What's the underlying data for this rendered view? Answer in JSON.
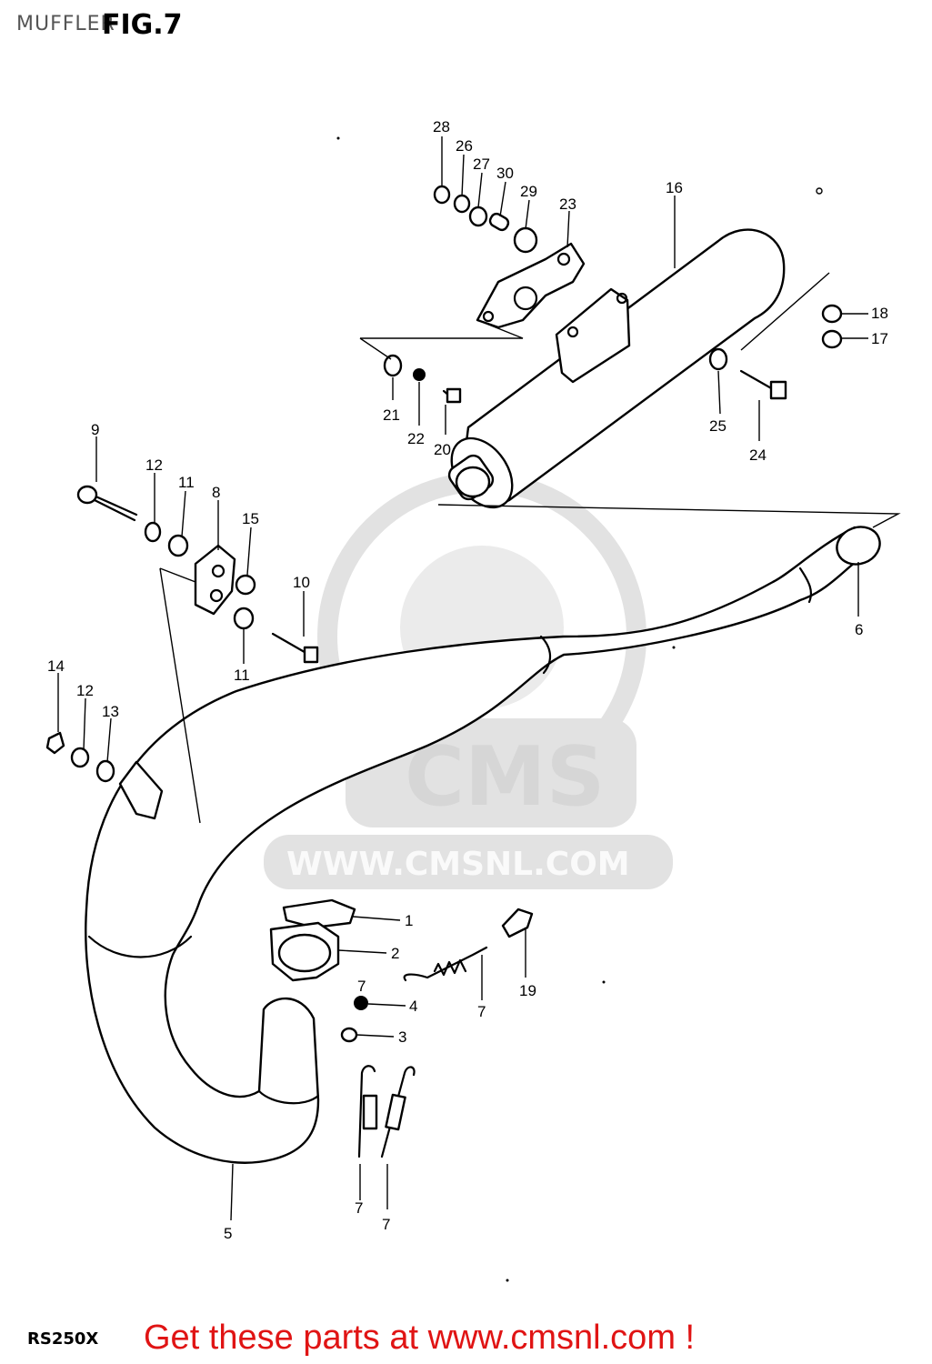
{
  "header": {
    "title": "MUFFLER",
    "figure": "FIG.7"
  },
  "footer": {
    "model": "RS250X",
    "promo": "Get these parts at www.cmsnl.com !"
  },
  "watermark": {
    "brand": "CMS",
    "url": "WWW.CMSNL.COM"
  },
  "colors": {
    "promo": "#e01414",
    "watermark": "#d6d6d6",
    "ink": "#000000"
  },
  "part_labels": {
    "l1": "1",
    "l2": "2",
    "l3": "3",
    "l4": "4",
    "l5": "5",
    "l6": "6",
    "l7a": "7",
    "l7b": "7",
    "l7c": "7",
    "l7d": "7",
    "l8": "8",
    "l9": "9",
    "l10": "10",
    "l11a": "11",
    "l11b": "11",
    "l12a": "12",
    "l12b": "12",
    "l13": "13",
    "l14": "14",
    "l15": "15",
    "l16": "16",
    "l17": "17",
    "l18": "18",
    "l19": "19",
    "l20": "20",
    "l21": "21",
    "l22": "22",
    "l23": "23",
    "l24": "24",
    "l25": "25",
    "l26": "26",
    "l27": "27",
    "l28": "28",
    "l29": "29",
    "l30": "30"
  }
}
